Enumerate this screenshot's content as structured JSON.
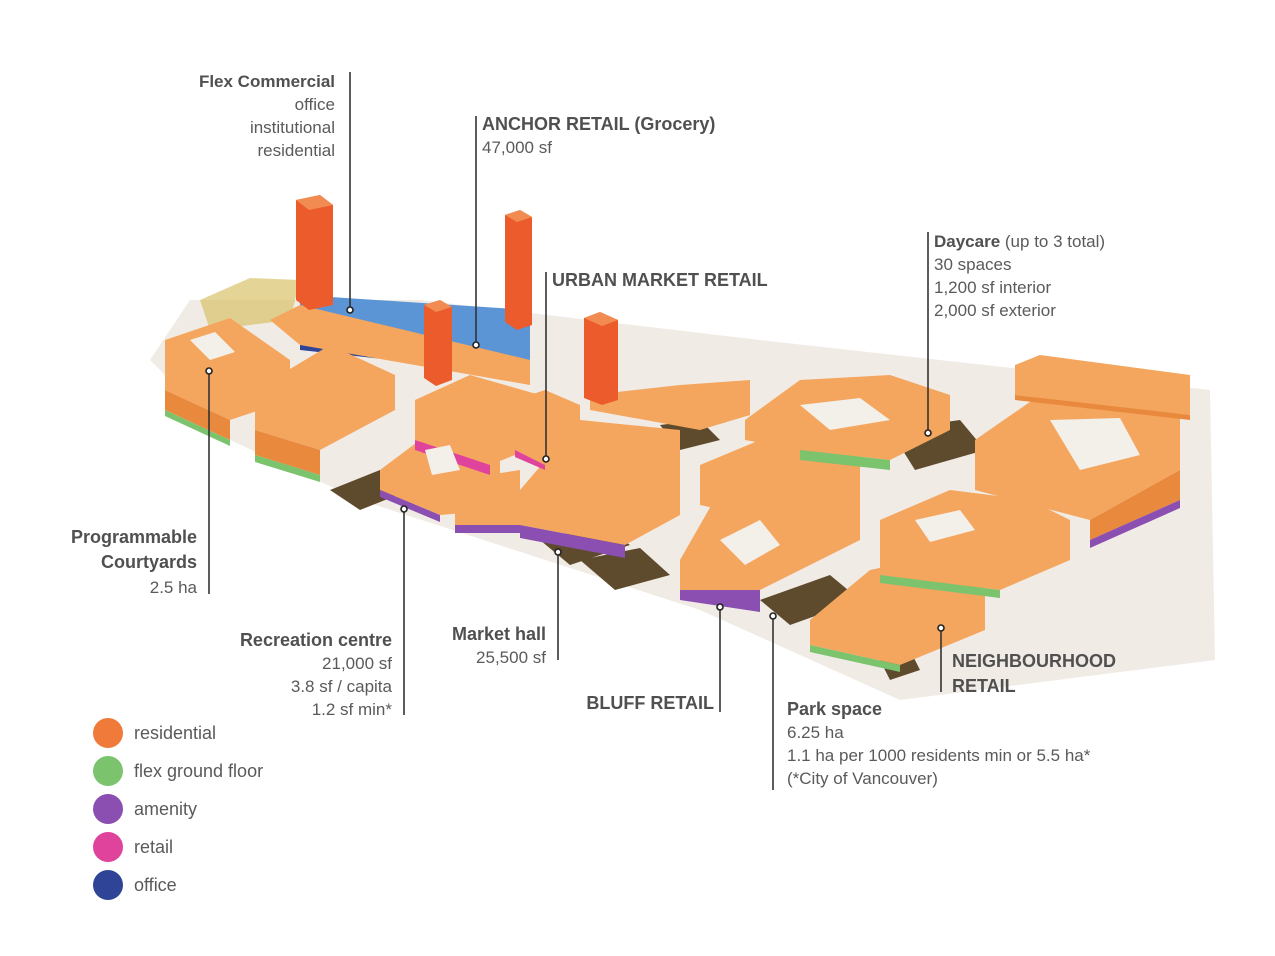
{
  "labels": {
    "flex_commercial": {
      "title": "Flex Commercial",
      "lines": [
        "office",
        "institutional",
        "residential"
      ]
    },
    "anchor_retail": {
      "title": "ANCHOR RETAIL (Grocery)",
      "lines": [
        "47,000 sf"
      ]
    },
    "urban_market": {
      "title": "URBAN MARKET RETAIL"
    },
    "daycare": {
      "title": "Daycare",
      "title_suffix": " (up to 3 total)",
      "lines": [
        "30 spaces",
        "1,200 sf interior",
        "2,000 sf exterior"
      ]
    },
    "courtyards": {
      "title_lines": [
        "Programmable",
        "Courtyards"
      ],
      "lines": [
        "2.5 ha"
      ]
    },
    "recreation": {
      "title": "Recreation centre",
      "lines": [
        "21,000 sf",
        "3.8 sf / capita",
        "1.2 sf min*"
      ]
    },
    "market_hall": {
      "title": "Market hall",
      "lines": [
        "25,500 sf"
      ]
    },
    "bluff_retail": {
      "title": "BLUFF RETAIL"
    },
    "park_space": {
      "title": "Park space",
      "lines": [
        "6.25 ha",
        "1.1 ha per 1000 residents min or 5.5 ha*",
        "(*City of Vancouver)"
      ]
    },
    "neighbourhood_retail": {
      "title_lines": [
        "NEIGHBOURHOOD",
        "RETAIL"
      ]
    }
  },
  "legend": [
    {
      "label": "residential",
      "color": "#ef7a3a"
    },
    {
      "label": "flex ground floor",
      "color": "#7cc36e"
    },
    {
      "label": "amenity",
      "color": "#8a4fb0"
    },
    {
      "label": "retail",
      "color": "#e0439b"
    },
    {
      "label": "office",
      "color": "#2f4496"
    }
  ],
  "colors": {
    "residential_top": "#f4a65e",
    "residential_side": "#e8893d",
    "tower": "#ec5b2c",
    "office": "#5b95d6",
    "park": "#6b5531",
    "ground": "#efe9e4"
  }
}
